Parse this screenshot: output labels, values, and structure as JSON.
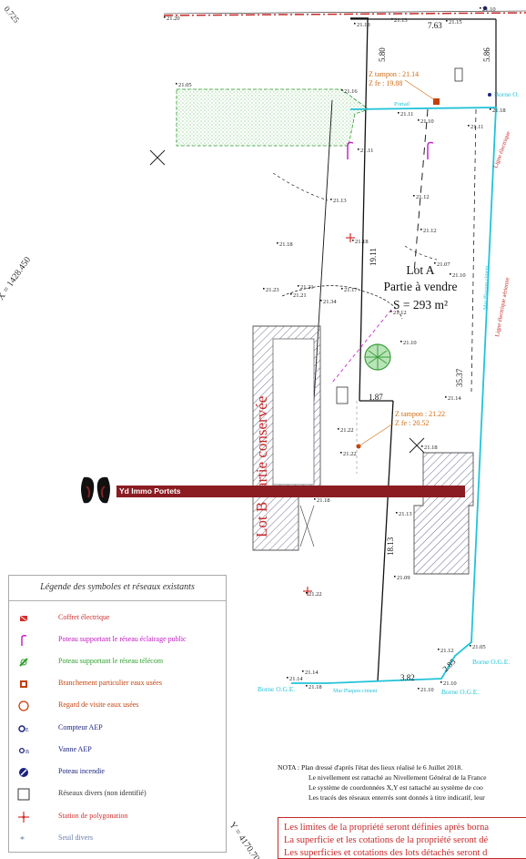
{
  "coords": {
    "top_left": "0.725",
    "left": "X = 1428.450",
    "bottom": "Y = 4170.70"
  },
  "lots": {
    "lot_a": {
      "name": "Lot A",
      "subtitle": "Partie à vendre",
      "area": "S = 293 m²"
    },
    "lot_b": {
      "name": "Lot B  Partie conservée"
    }
  },
  "z_labels": [
    {
      "tampon_label": "Z tampon : ",
      "tampon_value": "21.14",
      "fe_label": "Z fe : ",
      "fe_value": "19.88"
    },
    {
      "tampon_label": "Z tampon : ",
      "tampon_value": "21.22",
      "fe_label": "Z fe : ",
      "fe_value": "20.52"
    }
  ],
  "dimensions": [
    "7.63",
    "5.80",
    "5.86",
    "19.11",
    "35.37",
    "1.87",
    "18.13",
    "3.82",
    "2.85"
  ],
  "network_labels": {
    "borne_oge_top": "Borne O.",
    "borne_oge_right": "Borne O.G.E.",
    "borne_oge_bottom_left": "Borne O.G.E.",
    "borne_oge_bottom_right": "Borne O.G.E.",
    "mur_plaques_right": "Mur Plaques ciment",
    "mur_plaques_bottom": "Mur Plaques ciment",
    "portail": "Portail",
    "ligne_elec_1": "Ligne électrique",
    "ligne_elec_2": "Ligne électrique aérienne"
  },
  "elevations": [
    {
      "v": "21.20"
    },
    {
      "v": "21.18"
    },
    {
      "v": "21.13"
    },
    {
      "v": "21.15"
    },
    {
      "v": "21.10"
    },
    {
      "v": "21.05"
    },
    {
      "v": "21.16"
    },
    {
      "v": "21.11"
    },
    {
      "v": "21.10"
    },
    {
      "v": "21.18"
    },
    {
      "v": "21.11"
    },
    {
      "v": "21.11"
    },
    {
      "v": "21.13"
    },
    {
      "v": "21.12"
    },
    {
      "v": "21.18"
    },
    {
      "v": "21.18"
    },
    {
      "v": "21.12"
    },
    {
      "v": "21.07"
    },
    {
      "v": "21.10"
    },
    {
      "v": "21.23"
    },
    {
      "v": "21.21"
    },
    {
      "v": "21.21"
    },
    {
      "v": "21.17"
    },
    {
      "v": "21.34"
    },
    {
      "v": "21.12"
    },
    {
      "v": "21.10"
    },
    {
      "v": "21.14"
    },
    {
      "v": "21.22"
    },
    {
      "v": "21.22"
    },
    {
      "v": "21.18"
    },
    {
      "v": "21.18"
    },
    {
      "v": "21.13"
    },
    {
      "v": "21.09"
    },
    {
      "v": "21.22"
    },
    {
      "v": "21.14"
    },
    {
      "v": "21.18"
    },
    {
      "v": "21.10"
    },
    {
      "v": "21.12"
    },
    {
      "v": "21.05"
    },
    {
      "v": "21.10"
    },
    {
      "v": "21.14"
    }
  ],
  "banner": {
    "text": "Yd Immo Portets"
  },
  "legend": {
    "title": "Légende des symboles et réseaux existants",
    "items": [
      {
        "label": "Coffret électrique",
        "color": "#d32f2f",
        "icon": "box-icon"
      },
      {
        "label": "Poteau supportant le réseau éclairage public",
        "color": "#c218c2",
        "icon": "lamp-post-icon"
      },
      {
        "label": "Poteau supportant le réseau télécom",
        "color": "#2e9e2e",
        "icon": "telecom-post-icon"
      },
      {
        "label": "Branchement particulier eaux usées",
        "color": "#c2410c",
        "icon": "sewer-connection-icon"
      },
      {
        "label": "Regard de visite eaux usées",
        "color": "#c2410c",
        "icon": "manhole-icon"
      },
      {
        "label": "Compteur AEP",
        "color": "#1a237e",
        "icon": "water-meter-icon"
      },
      {
        "label": "Vanne AEP",
        "color": "#1a237e",
        "icon": "water-valve-icon"
      },
      {
        "label": "Poteau incendie",
        "color": "#1a237e",
        "icon": "fire-hydrant-icon"
      },
      {
        "label": "Réseaux divers (non identifié)",
        "color": "#333333",
        "icon": "square-icon"
      },
      {
        "label": "Station de polygonation",
        "color": "#d32f2f",
        "icon": "station-icon"
      },
      {
        "label": "Seuil divers",
        "color": "#6a7ba8",
        "icon": "threshold-icon"
      }
    ]
  },
  "nota": {
    "line1": "NOTA : Plan dressé d'après l'état des lieux réalisé le 6 Juillet 2018.",
    "line2": "Le nivellement est rattaché au Nivellement Général de la France",
    "line3": "Le système de coordonnées X,Y est rattaché au système de coo",
    "line4": "Les tracés des réseaux enterrés sont donnés à titre indicatif, leur"
  },
  "warnings": {
    "line1": "Les limites de la propriété seront définies après borna",
    "line2": "La superficie et les cotations de la propriété seront dé",
    "line3": "Les superficies et cotations des lots détachés seront d"
  },
  "colors": {
    "boundary": "#111111",
    "cyan_network": "#22c3d9",
    "red_line": "#c62828",
    "vegetation": "#7cc47c",
    "hatch": "#7a7a9a",
    "banner": "#8a1c22",
    "z_text": "#d06a10"
  }
}
